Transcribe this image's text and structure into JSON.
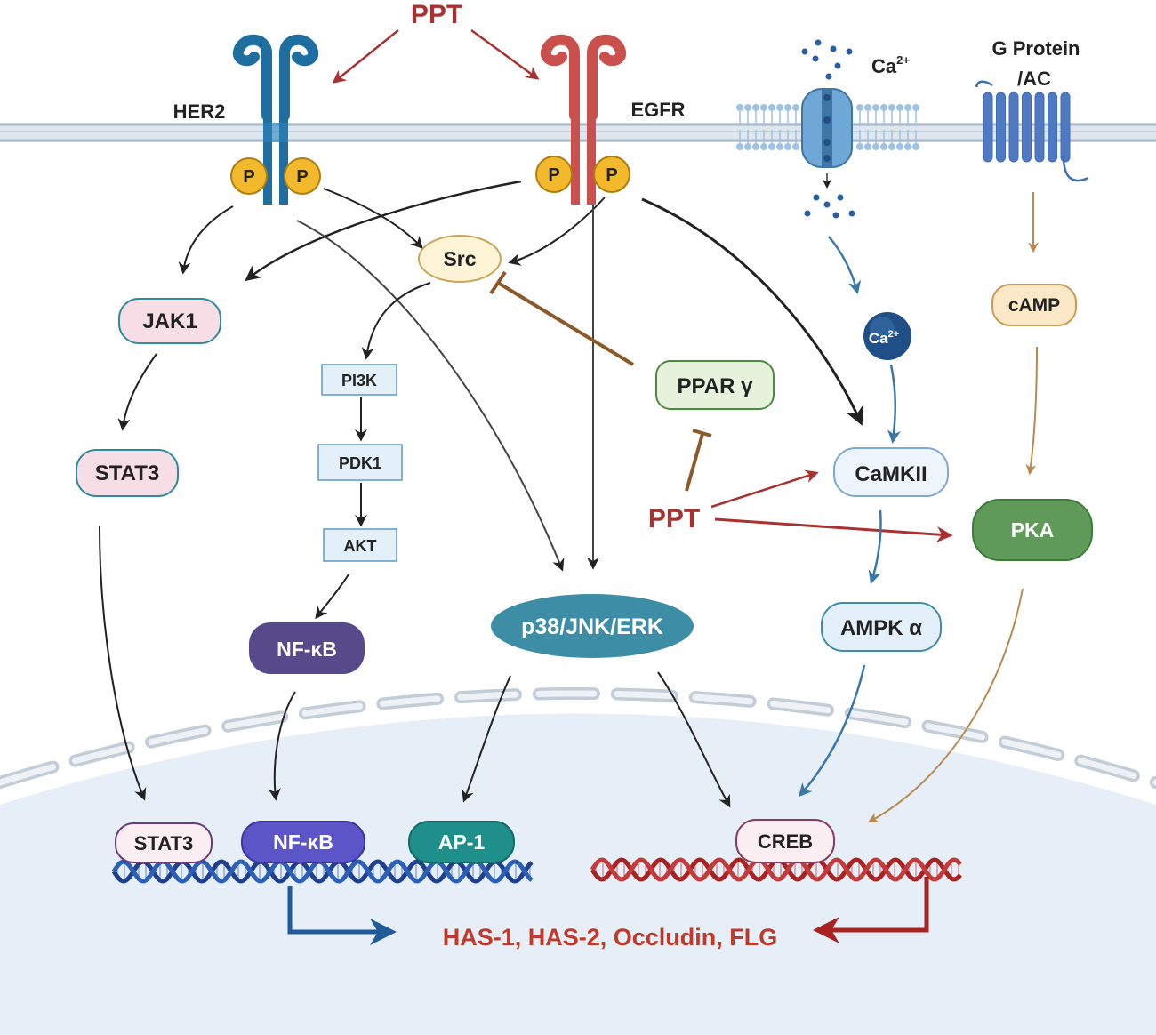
{
  "ligand": {
    "top": "PPT",
    "middle": "PPT"
  },
  "receptors": {
    "her2": "HER2",
    "egfr": "EGFR",
    "ca_channel": "Ca",
    "ca_sup": "2+",
    "gprotein_line1": "G Protein",
    "gprotein_line2": "/AC"
  },
  "phospho": {
    "p": "P"
  },
  "nodes": {
    "src": "Src",
    "jak1": "JAK1",
    "stat3": "STAT3",
    "pi3k": "PI3K",
    "pdk1": "PDK1",
    "akt": "AKT",
    "nfkb": "NF-κB",
    "mapk": "p38/JNK/ERK",
    "ppar": "PPAR γ",
    "ca_ion": "Ca",
    "ca_ion_sup": "2+",
    "camkii": "CaMKII",
    "camp": "cAMP",
    "pka": "PKA",
    "ampk": "AMPK α"
  },
  "nucleus": {
    "stat3": "STAT3",
    "nfkb": "NF-κB",
    "ap1": "AP-1",
    "creb": "CREB"
  },
  "genes": "HAS-1, HAS-2, Occludin, FLG",
  "colors": {
    "ppt": "#a83232",
    "her2": "#1e6fa0",
    "egfr": "#c9504d",
    "phospho": "#f2b92c",
    "nucleus_fill": "#e3edf8",
    "dna_blue": "#1f3f8f",
    "dna_red": "#a82222",
    "gene_text": "#c0392b",
    "ca_arrow": "#3a78a8",
    "camp_arrow": "#b78a4f",
    "inhibit": "#8b5a2b"
  }
}
